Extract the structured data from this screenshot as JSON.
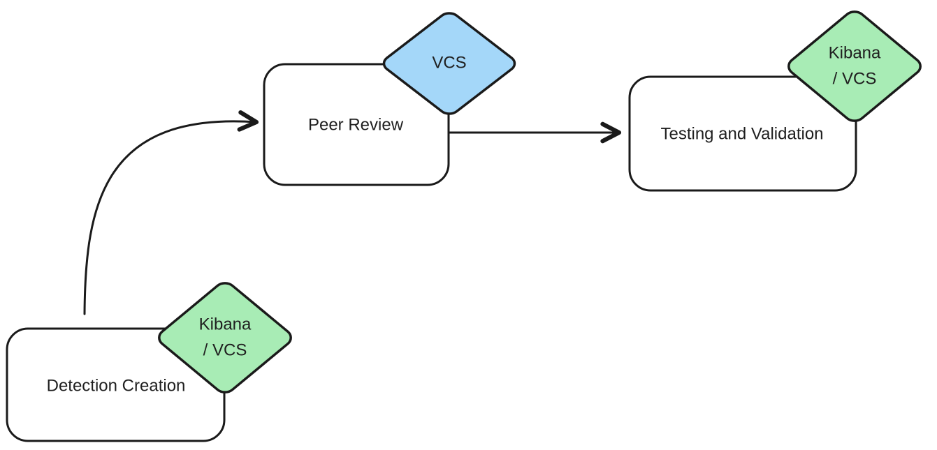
{
  "colors": {
    "outline": "#1a1a1a",
    "text": "#1f1f1f",
    "node_fill": "#ffffff",
    "badge_green": "#a8ecb5",
    "badge_blue": "#a4d7f9",
    "background": "#ffffff"
  },
  "nodes": [
    {
      "id": "detection-creation",
      "label": "Detection Creation"
    },
    {
      "id": "peer-review",
      "label": "Peer Review"
    },
    {
      "id": "testing-and-validation",
      "label": "Testing and Validation"
    }
  ],
  "badges": [
    {
      "line1": "Kibana",
      "line2": "/ VCS",
      "color": "green"
    },
    {
      "line1": "VCS",
      "line2": "",
      "color": "blue"
    },
    {
      "line1": "Kibana",
      "line2": "/ VCS",
      "color": "green"
    }
  ],
  "edges": [
    {
      "from": "Detection Creation",
      "to": "Peer Review"
    },
    {
      "from": "Peer Review",
      "to": "Testing and Validation"
    }
  ]
}
